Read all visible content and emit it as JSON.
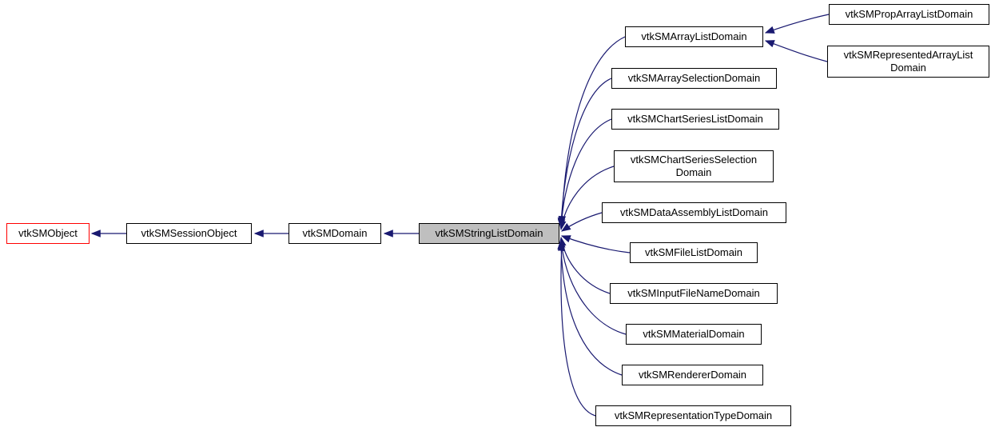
{
  "diagram": {
    "type": "inheritance-graph",
    "focus_node": "vtkSMStringListDomain"
  },
  "colors": {
    "edge": "#191970",
    "node-border": "#000000",
    "node-fill": "#ffffff",
    "focus-fill": "#bfbfbf",
    "highlight-border": "#ff0000",
    "text": "#000000",
    "background": "#ffffff"
  },
  "nodes": {
    "vtkSMObject": {
      "label": "vtkSMObject"
    },
    "vtkSMSessionObject": {
      "label": "vtkSMSessionObject"
    },
    "vtkSMDomain": {
      "label": "vtkSMDomain"
    },
    "vtkSMStringListDomain": {
      "label": "vtkSMStringListDomain"
    },
    "vtkSMArrayListDomain": {
      "label": "vtkSMArrayListDomain"
    },
    "vtkSMPropArrayListDomain": {
      "label": "vtkSMPropArrayListDomain"
    },
    "vtkSMRepresentedArrayListDomain": {
      "label": "vtkSMRepresentedArrayList\nDomain"
    },
    "vtkSMArraySelectionDomain": {
      "label": "vtkSMArraySelectionDomain"
    },
    "vtkSMChartSeriesListDomain": {
      "label": "vtkSMChartSeriesListDomain"
    },
    "vtkSMChartSeriesSelectionDomain": {
      "label": "vtkSMChartSeriesSelection\nDomain"
    },
    "vtkSMDataAssemblyListDomain": {
      "label": "vtkSMDataAssemblyListDomain"
    },
    "vtkSMFileListDomain": {
      "label": "vtkSMFileListDomain"
    },
    "vtkSMInputFileNameDomain": {
      "label": "vtkSMInputFileNameDomain"
    },
    "vtkSMMaterialDomain": {
      "label": "vtkSMMaterialDomain"
    },
    "vtkSMRendererDomain": {
      "label": "vtkSMRendererDomain"
    },
    "vtkSMRepresentationTypeDomain": {
      "label": "vtkSMRepresentationTypeDomain"
    }
  }
}
